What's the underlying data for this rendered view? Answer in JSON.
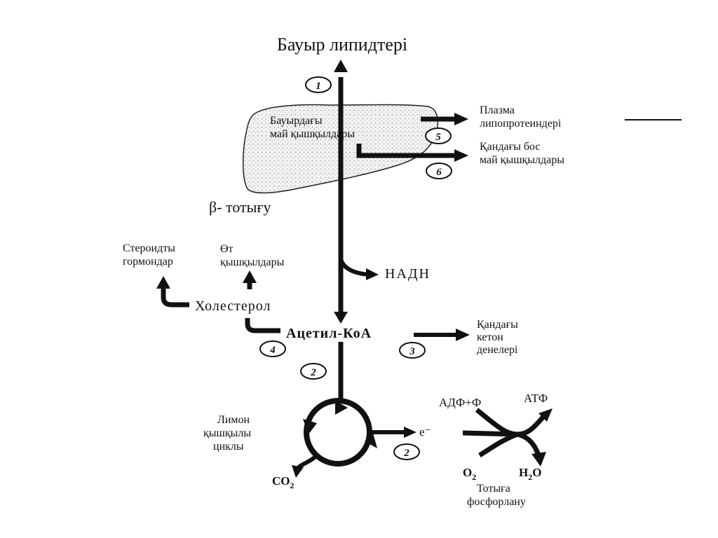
{
  "diagram": {
    "top_title": "Бауыр липидтері",
    "liver_text_line1": "Бауырдағы",
    "liver_text_line2": "май қышқылдары",
    "plasma_line1": "Плазма",
    "plasma_line2": "липопротеиндері",
    "blood_ffa_line1": "Қандағы бос",
    "blood_ffa_line2": "май қышқылдары",
    "beta_oxidation": "β- тотығу",
    "steroid_line1": "Стероидты",
    "steroid_line2": "гормондар",
    "bile_line1": "Өт",
    "bile_line2": "қышқылдары",
    "nadh": "НАДН",
    "cholesterol": "Холестерол",
    "acetyl_coa": "Ацетил-КоА",
    "ketone_line1": "Қандағы",
    "ketone_line2": "кетон",
    "ketone_line3": "денелері",
    "citric_line1": "Лимон",
    "citric_line2": "қышқылы",
    "citric_line3": "циклы",
    "co2": "CO",
    "co2_sub": "2",
    "electron": "e⁻",
    "adp": "АДФ+Ф",
    "atp": "АТФ",
    "o2": "O",
    "o2_sub": "2",
    "h2o_h": "H",
    "h2o_sub": "2",
    "h2o_o": "O",
    "oxphos_line1": "Тотыға",
    "oxphos_line2": "фосфорлану",
    "steps": {
      "s1": "1",
      "s2a": "2",
      "s2b": "2",
      "s3": "3",
      "s4": "4",
      "s5": "5",
      "s6": "6"
    }
  }
}
